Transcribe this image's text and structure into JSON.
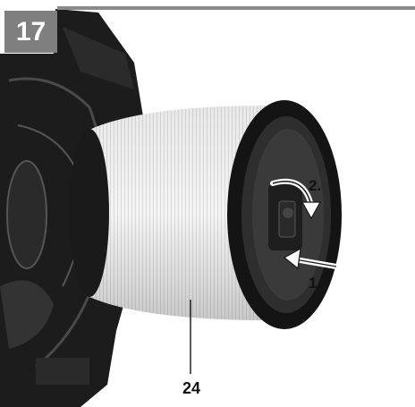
{
  "figure": {
    "number": "17",
    "part_label": "24",
    "step_labels": [
      "1.",
      "2."
    ],
    "colors": {
      "badge": "#7f7f7f",
      "filter_white": "#f2f2f2",
      "frame_black": "#1a1a1a",
      "arrow": "#ffffff"
    },
    "icons": [
      "rotate-arrow-icon",
      "push-arrow-icon"
    ]
  }
}
